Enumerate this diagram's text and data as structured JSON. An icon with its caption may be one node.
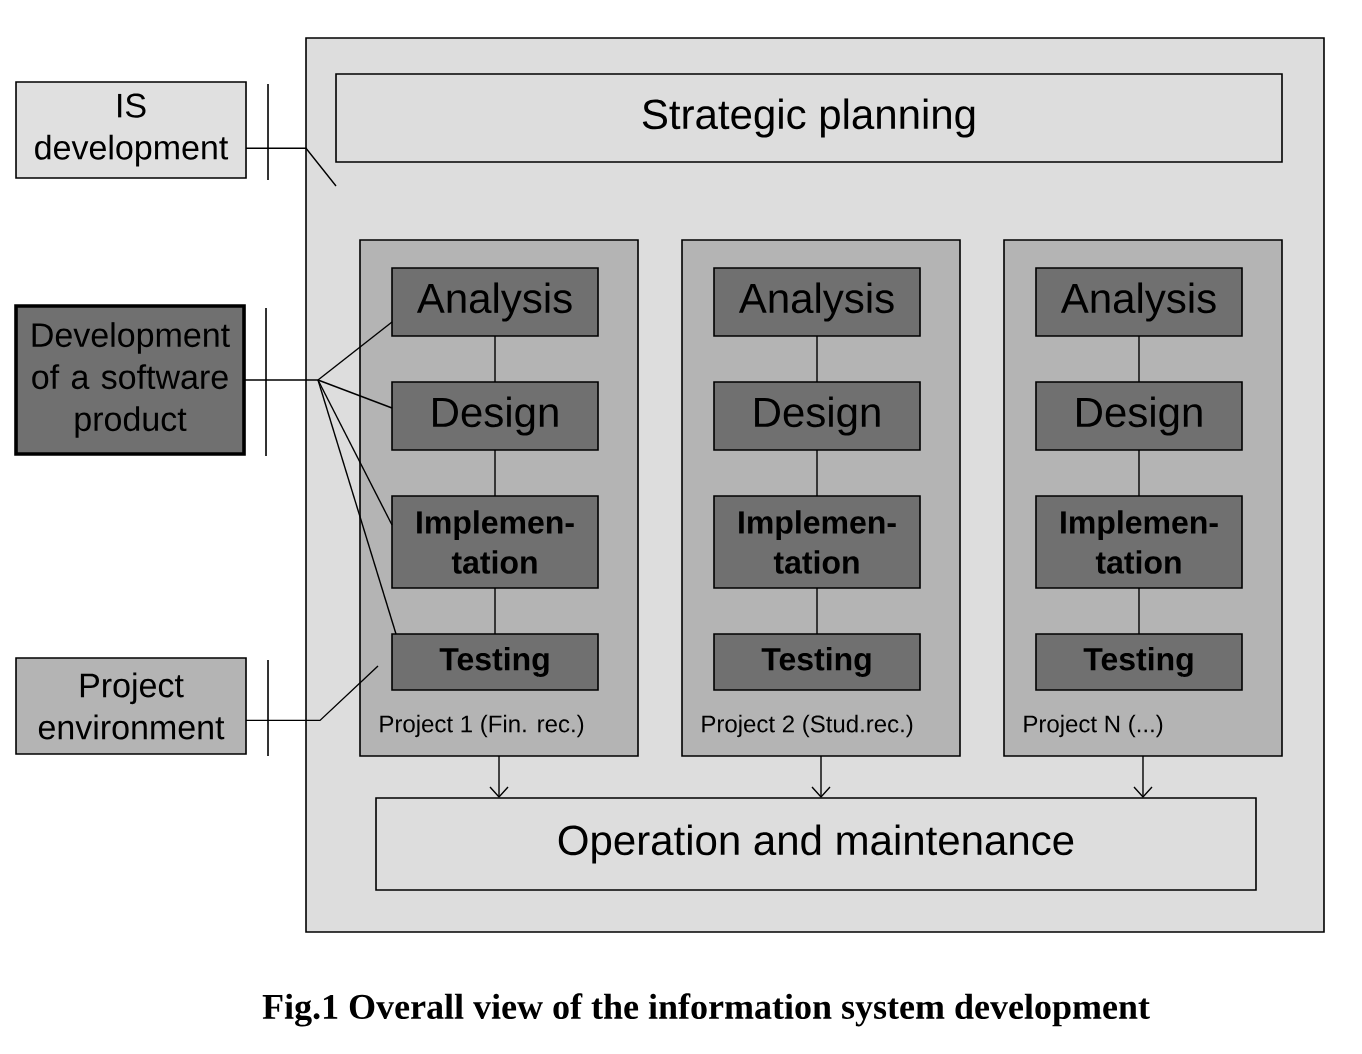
{
  "diagram": {
    "caption": "Fig.1 Overall view of the information system development",
    "nodes": [
      {
        "text": [
          "IS development"
        ]
      },
      {
        "text": [
          "Development of a software product"
        ]
      },
      {
        "text": [
          "Project environment"
        ]
      },
      {
        "text": [],
        "shape": "box"
      },
      {
        "text": [
          "Strategic planning"
        ],
        "in": 3
      },
      {
        "text": [
          "Project 1 (Fin. rec.)"
        ],
        "in": 3
      },
      {
        "text": [
          "Analysis"
        ],
        "in": 5
      },
      {
        "text": [
          "Design"
        ],
        "in": 5
      },
      {
        "text": [
          "Implemen- tation"
        ],
        "in": 5
      },
      {
        "text": [
          "Testing"
        ],
        "in": 5
      },
      {
        "text": [
          "Project 2 (Stud.rec.)"
        ],
        "in": 3
      },
      {
        "text": [
          "Analysis"
        ],
        "in": 10
      },
      {
        "text": [
          "Design"
        ],
        "in": 10
      },
      {
        "text": [
          "Implemen- tation"
        ],
        "in": 10
      },
      {
        "text": [
          "Testing"
        ],
        "in": 10
      },
      {
        "text": [
          "Project N (...)"
        ],
        "in": 3
      },
      {
        "text": [
          "Analysis"
        ],
        "in": 15
      },
      {
        "text": [
          "Design"
        ],
        "in": 15
      },
      {
        "text": [
          "Implemen- tation"
        ],
        "in": 15
      },
      {
        "text": [
          "Testing"
        ],
        "in": 15
      },
      {
        "text": [
          "Operation and maintenance"
        ],
        "in": 3
      }
    ],
    "edges": [
      {
        "from": 0,
        "to": 3,
        "arrow": "none"
      },
      {
        "from": 1,
        "to": 6,
        "arrow": "none"
      },
      {
        "from": 1,
        "to": 7,
        "arrow": "none"
      },
      {
        "from": 1,
        "to": 8,
        "arrow": "none"
      },
      {
        "from": 1,
        "to": 9,
        "arrow": "none"
      },
      {
        "from": 2,
        "to": 5,
        "arrow": "none"
      },
      {
        "from": 6,
        "to": 7,
        "arrow": "none"
      },
      {
        "from": 7,
        "to": 8,
        "arrow": "none"
      },
      {
        "from": 8,
        "to": 9,
        "arrow": "none"
      },
      {
        "from": 11,
        "to": 12,
        "arrow": "none"
      },
      {
        "from": 12,
        "to": 13,
        "arrow": "none"
      },
      {
        "from": 13,
        "to": 14,
        "arrow": "none"
      },
      {
        "from": 16,
        "to": 17,
        "arrow": "none"
      },
      {
        "from": 17,
        "to": 18,
        "arrow": "none"
      },
      {
        "from": 18,
        "to": 19,
        "arrow": "none"
      },
      {
        "from": 5,
        "to": 20,
        "arrow": "to"
      },
      {
        "from": 10,
        "to": 20,
        "arrow": "to"
      },
      {
        "from": 15,
        "to": 20,
        "arrow": "to"
      }
    ]
  }
}
